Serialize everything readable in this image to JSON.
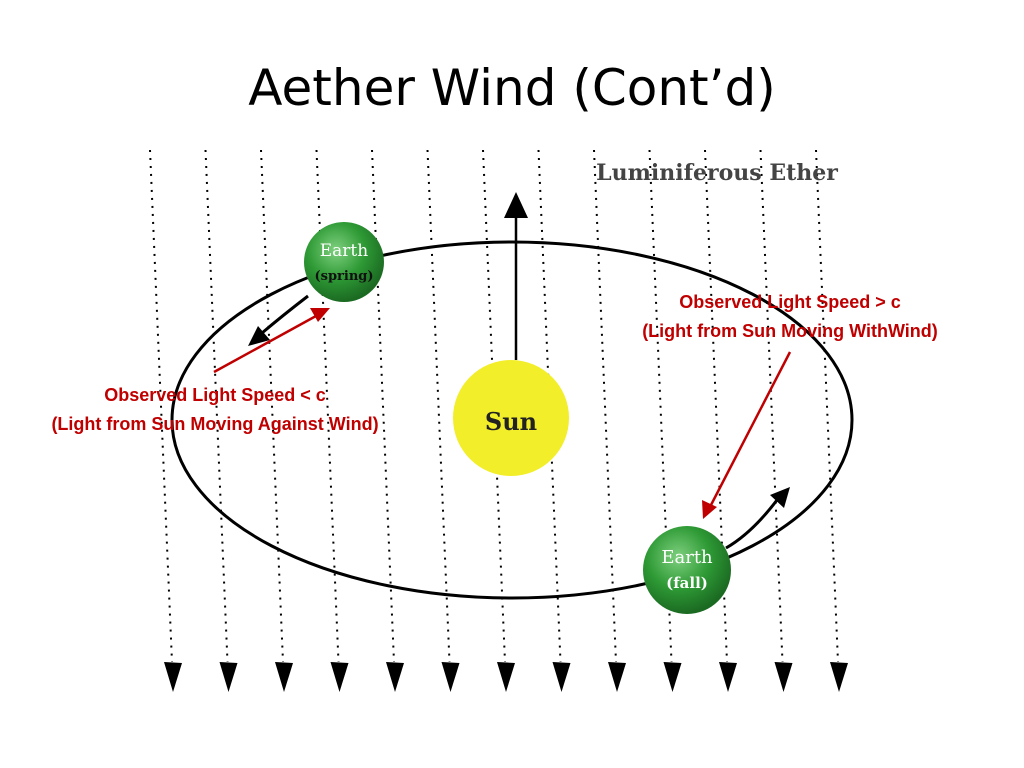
{
  "slide": {
    "title": "Aether Wind (Cont’d)"
  },
  "diagram": {
    "ether_label": "Luminiferous Ether",
    "sun_label": "Sun",
    "earth_spring": {
      "name": "Earth",
      "season": "(spring)"
    },
    "earth_fall": {
      "name": "Earth",
      "season": "(fall)"
    }
  },
  "annotations": {
    "slower": {
      "line1": "Observed Light Speed < c",
      "line2": "(Light from Sun Moving Against Wind)"
    },
    "faster": {
      "line1": "Observed Light Speed > c",
      "line2": "(Light from Sun Moving WithWind)"
    }
  },
  "colors": {
    "annotation": "#c00000",
    "sun": "#f2ee2a",
    "earth": "#2e9a35"
  }
}
